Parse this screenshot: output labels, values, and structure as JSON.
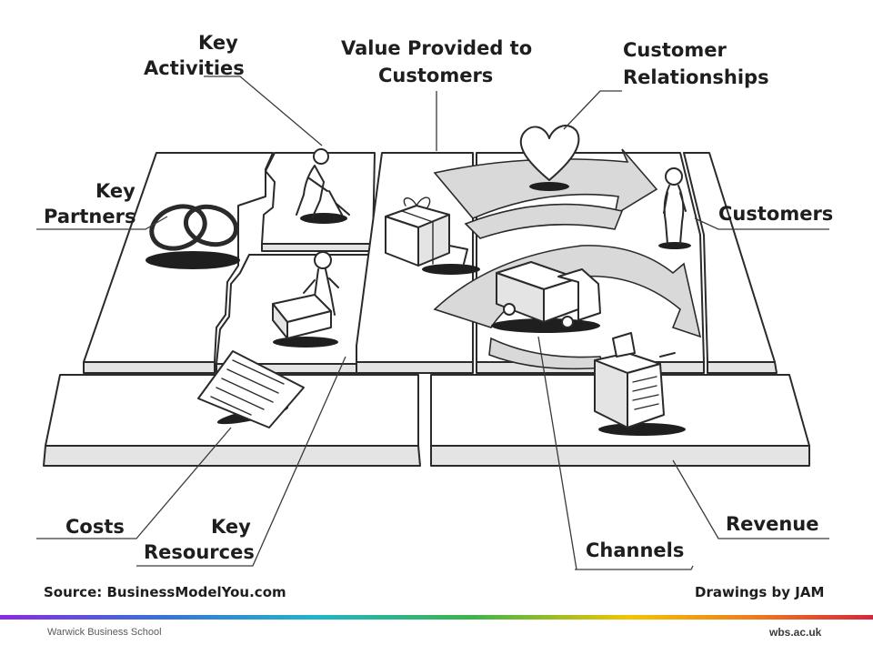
{
  "labels": {
    "key_activities_1": "Key",
    "key_activities_2": "Activities",
    "value_1": "Value Provided to",
    "value_2": "Customers",
    "relationships_1": "Customer",
    "relationships_2": "Relationships",
    "key_partners_1": "Key",
    "key_partners_2": "Partners",
    "customers": "Customers",
    "costs": "Costs",
    "key_resources_1": "Key",
    "key_resources_2": "Resources",
    "channels": "Channels",
    "revenue": "Revenue"
  },
  "credits": {
    "source": "Source:  BusinessModelYou.com",
    "drawings": "Drawings by JAM"
  },
  "footer": {
    "left": "Warwick Business School",
    "right": "wbs.ac.uk"
  }
}
